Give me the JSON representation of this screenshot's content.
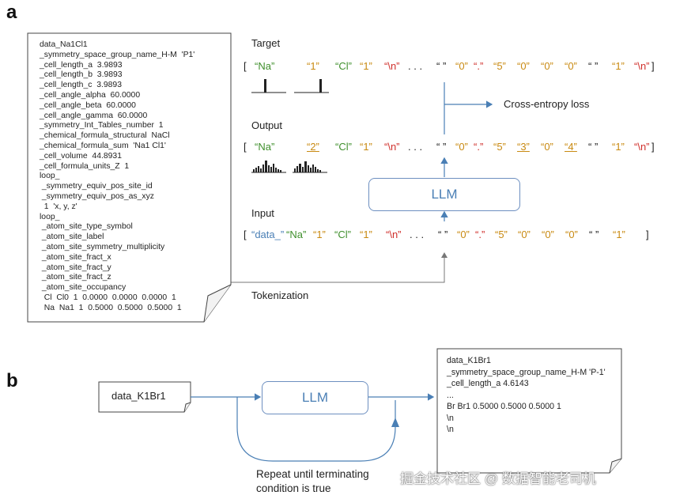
{
  "panels": {
    "a": "a",
    "b": "b"
  },
  "cif_document": {
    "lines": [
      "data_Na1Cl1",
      "_symmetry_space_group_name_H-M  'P1'",
      "_cell_length_a  3.9893",
      "_cell_length_b  3.9893",
      "_cell_length_c  3.9893",
      "_cell_angle_alpha  60.0000",
      "_cell_angle_beta  60.0000",
      "_cell_angle_gamma  60.0000",
      "_symmetry_Int_Tables_number  1",
      "_chemical_formula_structural  NaCl",
      "_chemical_formula_sum  'Na1 Cl1'",
      "_cell_volume  44.8931",
      "_cell_formula_units_Z  1",
      "loop_",
      " _symmetry_equiv_pos_site_id",
      " _symmetry_equiv_pos_as_xyz",
      "  1  'x, y, z'",
      "loop_",
      " _atom_site_type_symbol",
      " _atom_site_label",
      " _atom_site_symmetry_multiplicity",
      " _atom_site_fract_x",
      " _atom_site_fract_y",
      " _atom_site_fract_z",
      " _atom_site_occupancy",
      "  Cl  Cl0  1  0.0000  0.0000  0.0000  1",
      "  Na  Na1  1  0.5000  0.5000  0.5000  1"
    ]
  },
  "sections": {
    "target": "Target",
    "output": "Output",
    "input": "Input",
    "tokenization": "Tokenization",
    "loss": "Cross-entropy loss"
  },
  "llm_label": "LLM",
  "colors": {
    "green": "#3f8f2c",
    "orange": "#c98a12",
    "red": "#d0302c",
    "blue": "#4a7fb5",
    "arrow": "#4a7fb5"
  },
  "token_rows": {
    "target": [
      {
        "t": "[",
        "c": "dark"
      },
      {
        "t": "“Na”",
        "c": "green"
      },
      {
        "t": "“1”",
        "c": "orange"
      },
      {
        "t": "“Cl”",
        "c": "green"
      },
      {
        "t": "“1”",
        "c": "orange"
      },
      {
        "t": "“\\n”",
        "c": "red"
      },
      {
        "t": ". . .",
        "c": "dark"
      },
      {
        "t": "“ ”",
        "c": "dark"
      },
      {
        "t": "“0”",
        "c": "orange"
      },
      {
        "t": "“.”",
        "c": "red"
      },
      {
        "t": "“5”",
        "c": "orange"
      },
      {
        "t": "“0”",
        "c": "orange"
      },
      {
        "t": "“0”",
        "c": "orange"
      },
      {
        "t": "“0”",
        "c": "orange"
      },
      {
        "t": "“ ”",
        "c": "dark"
      },
      {
        "t": "“1”",
        "c": "orange"
      },
      {
        "t": "“\\n”",
        "c": "red"
      },
      {
        "t": "]",
        "c": "dark"
      }
    ],
    "output": [
      {
        "t": "[",
        "c": "dark"
      },
      {
        "t": "“Na”",
        "c": "green"
      },
      {
        "t": "“2”",
        "c": "orange",
        "u": true
      },
      {
        "t": "“Cl”",
        "c": "green"
      },
      {
        "t": "“1”",
        "c": "orange"
      },
      {
        "t": "“\\n”",
        "c": "red"
      },
      {
        "t": ". . .",
        "c": "dark"
      },
      {
        "t": "“ ”",
        "c": "dark"
      },
      {
        "t": "“0”",
        "c": "orange"
      },
      {
        "t": "“.”",
        "c": "red"
      },
      {
        "t": "“5”",
        "c": "orange"
      },
      {
        "t": "“3”",
        "c": "orange",
        "u": true
      },
      {
        "t": "“0”",
        "c": "orange"
      },
      {
        "t": "“4”",
        "c": "orange",
        "u": true
      },
      {
        "t": "“ ”",
        "c": "dark"
      },
      {
        "t": "“1”",
        "c": "orange"
      },
      {
        "t": "“\\n”",
        "c": "red"
      },
      {
        "t": "]",
        "c": "dark"
      }
    ],
    "input": [
      {
        "t": "[",
        "c": "dark"
      },
      {
        "t": "“data_”",
        "c": "blue"
      },
      {
        "t": "“Na”",
        "c": "green"
      },
      {
        "t": "“1”",
        "c": "orange"
      },
      {
        "t": "“Cl”",
        "c": "green"
      },
      {
        "t": "“1”",
        "c": "orange"
      },
      {
        "t": "“\\n”",
        "c": "red"
      },
      {
        "t": ". . .",
        "c": "dark"
      },
      {
        "t": "“ ”",
        "c": "dark"
      },
      {
        "t": "“0”",
        "c": "orange"
      },
      {
        "t": "“.”",
        "c": "red"
      },
      {
        "t": "“5”",
        "c": "orange"
      },
      {
        "t": "“0”",
        "c": "orange"
      },
      {
        "t": "“0”",
        "c": "orange"
      },
      {
        "t": "“0”",
        "c": "orange"
      },
      {
        "t": "“ ”",
        "c": "dark"
      },
      {
        "t": "“1”",
        "c": "orange"
      },
      {
        "t": "]",
        "c": "dark"
      }
    ]
  },
  "panel_b": {
    "prompt": "data_K1Br1",
    "llm_label": "LLM",
    "loop_label_line1": "Repeat until terminating",
    "loop_label_line2": "condition is true",
    "output_doc": [
      "data_K1Br1",
      "_symmetry_space_group_name_H-M 'P-1'",
      "_cell_length_a 4.6143",
      "...",
      "Br Br1 0.5000 0.5000 0.5000 1",
      "\\n",
      "\\n"
    ]
  },
  "watermark": "掘金技术社区 @ 数据智能老司机"
}
